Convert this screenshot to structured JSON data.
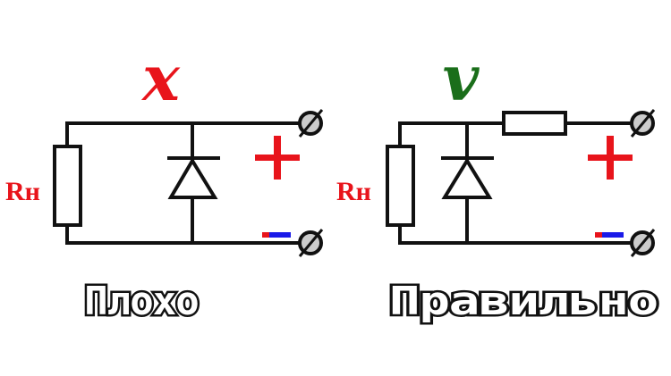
{
  "left": {
    "mark": "x",
    "mark_color": "#e8141b",
    "resistor_label": "Rн",
    "caption": "Плохо"
  },
  "right": {
    "mark": "v",
    "mark_color": "#1a6e1a",
    "resistor_label": "Rн",
    "caption": "Правильно"
  },
  "colors": {
    "plus": "#e8141b",
    "minus_red": "#e8141b",
    "minus_blue": "#1a1ae8",
    "terminal_fill": "#cccccc"
  }
}
